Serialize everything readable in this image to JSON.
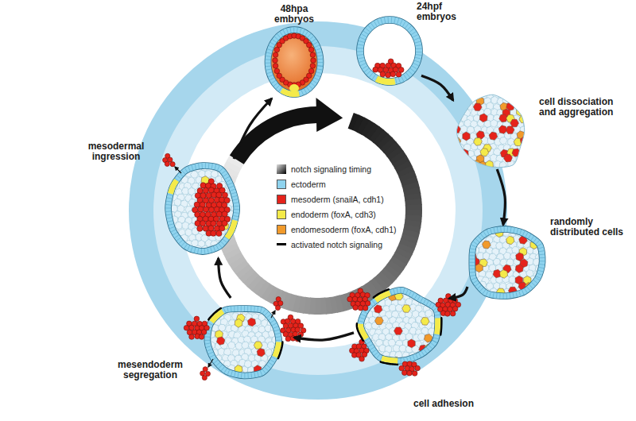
{
  "diagram": {
    "nodes": [
      {
        "text": [
          "48hpa embryos"
        ]
      },
      {
        "text": [
          "24hpf embryos"
        ]
      },
      {
        "text": [
          "cell dissociation and aggregation"
        ]
      },
      {
        "text": [
          "randomly distributed cells"
        ]
      },
      {
        "text": [
          "cell adhesion"
        ]
      },
      {
        "text": [
          "mesendoderm segregation"
        ]
      },
      {
        "text": [
          "mesodermal ingression"
        ]
      }
    ],
    "edges": [
      {
        "from": 1,
        "to": 2,
        "arrow": "to"
      },
      {
        "from": 2,
        "to": 3,
        "arrow": "to"
      },
      {
        "from": 3,
        "to": 4,
        "arrow": "to"
      },
      {
        "from": 4,
        "to": 5,
        "arrow": "to"
      },
      {
        "from": 5,
        "to": 6,
        "arrow": "to"
      },
      {
        "from": 6,
        "to": 0,
        "arrow": "to"
      }
    ],
    "legend": [
      {
        "text": "notch signaling timing"
      },
      {
        "text": "ectoderm",
        "color": "#8fd3ee"
      },
      {
        "text": "mesoderm (snailA, cdh1)",
        "color": "#e5231b"
      },
      {
        "text": "endoderm (foxA, cdh3)",
        "color": "#f4ea4a"
      },
      {
        "text": "endomesoderm (foxA, cdh1)",
        "color": "#f19a2b"
      },
      {
        "text": "activated notch signaling"
      }
    ]
  }
}
